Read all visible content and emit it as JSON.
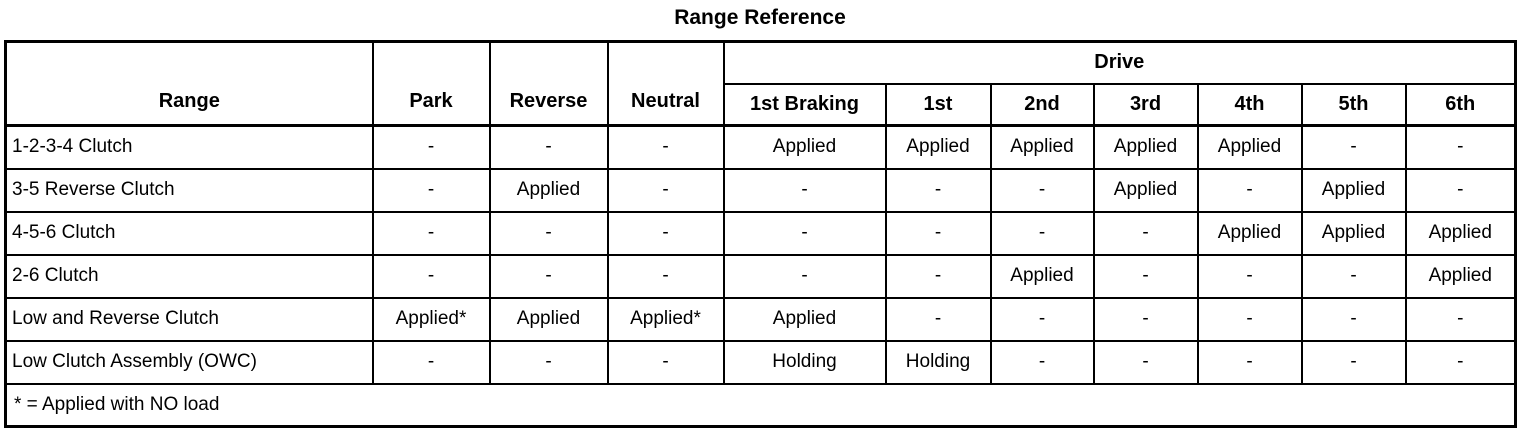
{
  "title": "Range Reference",
  "table": {
    "range_header": "Range",
    "fixed_columns": [
      "Park",
      "Reverse",
      "Neutral"
    ],
    "drive_group_label": "Drive",
    "drive_columns": [
      "1st Braking",
      "1st",
      "2nd",
      "3rd",
      "4th",
      "5th",
      "6th"
    ],
    "rows": [
      {
        "label": "1-2-3-4 Clutch",
        "values": [
          "-",
          "-",
          "-",
          "Applied",
          "Applied",
          "Applied",
          "Applied",
          "Applied",
          "-",
          "-"
        ]
      },
      {
        "label": "3-5 Reverse Clutch",
        "values": [
          "-",
          "Applied",
          "-",
          "-",
          "-",
          "-",
          "Applied",
          "-",
          "Applied",
          "-"
        ]
      },
      {
        "label": "4-5-6 Clutch",
        "values": [
          "-",
          "-",
          "-",
          "-",
          "-",
          "-",
          "-",
          "Applied",
          "Applied",
          "Applied"
        ]
      },
      {
        "label": "2-6 Clutch",
        "values": [
          "-",
          "-",
          "-",
          "-",
          "-",
          "Applied",
          "-",
          "-",
          "-",
          "Applied"
        ]
      },
      {
        "label": "Low and Reverse Clutch",
        "values": [
          "Applied*",
          "Applied",
          "Applied*",
          "Applied",
          "-",
          "-",
          "-",
          "-",
          "-",
          "-"
        ]
      },
      {
        "label": "Low Clutch Assembly (OWC)",
        "values": [
          "-",
          "-",
          "-",
          "Holding",
          "Holding",
          "-",
          "-",
          "-",
          "-",
          "-"
        ]
      }
    ],
    "footnote": "* = Applied with NO load"
  },
  "colors": {
    "text": "#000000",
    "border": "#000000",
    "background": "#ffffff"
  }
}
